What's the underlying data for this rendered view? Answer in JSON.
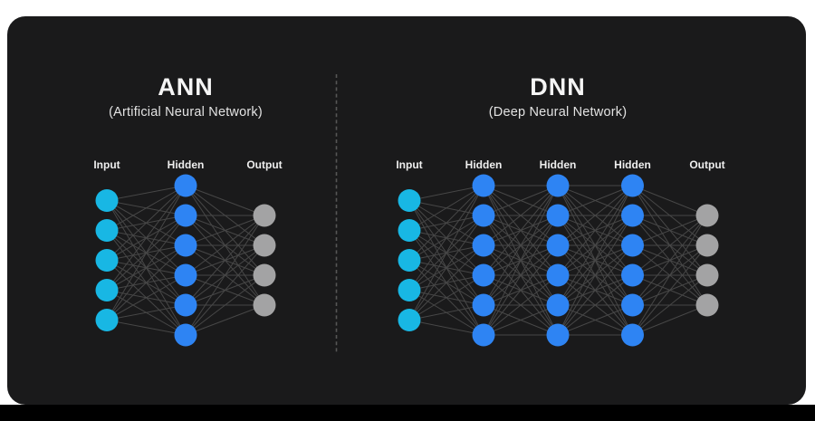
{
  "diagram_title": "ANN vs DNN neural network comparison",
  "colors": {
    "panel_bg": "#1a1a1b",
    "bottom_band": "#000000",
    "input_node": "#18b7e4",
    "hidden_node": "#2e84f3",
    "output_node": "#a3a3a4",
    "edge": "#474747",
    "divider": "#565656",
    "title_text": "#f5f5f5",
    "subtitle_text": "#e3e3e3",
    "label_text": "#eeeeee"
  },
  "networks": [
    {
      "name": "ann",
      "title": "ANN",
      "subtitle": "(Artificial Neural Network)",
      "layers": [
        {
          "label": "Input",
          "role": "input",
          "node_count": 5
        },
        {
          "label": "Hidden",
          "role": "hidden",
          "node_count": 6
        },
        {
          "label": "Output",
          "role": "output",
          "node_count": 4
        }
      ]
    },
    {
      "name": "dnn",
      "title": "DNN",
      "subtitle": "(Deep Neural Network)",
      "layers": [
        {
          "label": "Input",
          "role": "input",
          "node_count": 5
        },
        {
          "label": "Hidden",
          "role": "hidden",
          "node_count": 6
        },
        {
          "label": "Hidden",
          "role": "hidden",
          "node_count": 6
        },
        {
          "label": "Hidden",
          "role": "hidden",
          "node_count": 6
        },
        {
          "label": "Output",
          "role": "output",
          "node_count": 4
        }
      ]
    }
  ]
}
